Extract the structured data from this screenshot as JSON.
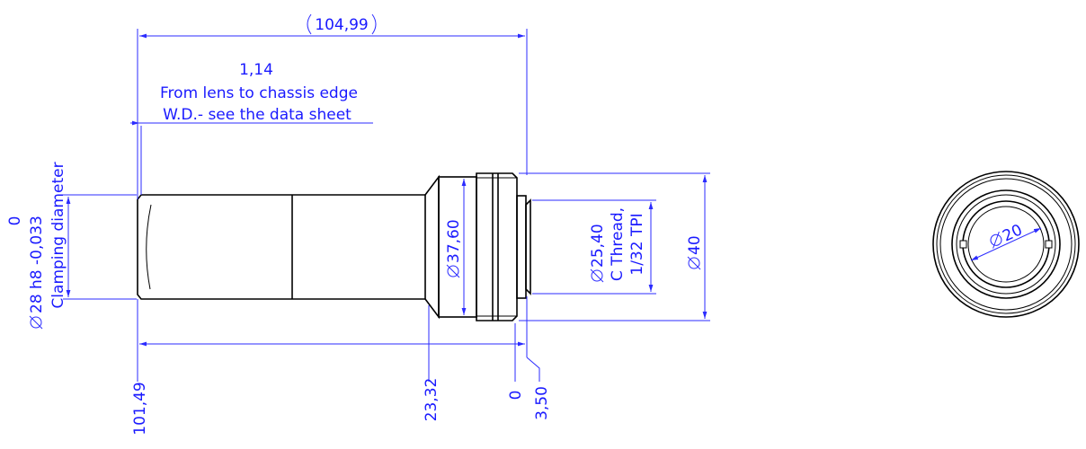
{
  "colors": {
    "dimension": "#1a1aff",
    "outline": "#000000",
    "background": "#ffffff"
  },
  "dimensions": {
    "overall_length": "104,99",
    "lens_offset": "1,14",
    "lens_note_1": "From lens to chassis edge",
    "lens_note_2": "W.D.- see the data sheet",
    "clamp_tolerance_upper": "0",
    "clamp_diameter": "28 h8 -0,033",
    "clamp_caption": "Clamping diameter",
    "flange_diameter": "37,60",
    "thread_diameter": "25,40",
    "thread_type": "C Thread,",
    "thread_pitch": "1/32 TPI",
    "outer_diameter": "40",
    "end_view_diameter": "20",
    "pos_lens": "101,49",
    "pos_flange": "23,32",
    "pos_zero": "0",
    "pos_thread_end": "3,50"
  }
}
